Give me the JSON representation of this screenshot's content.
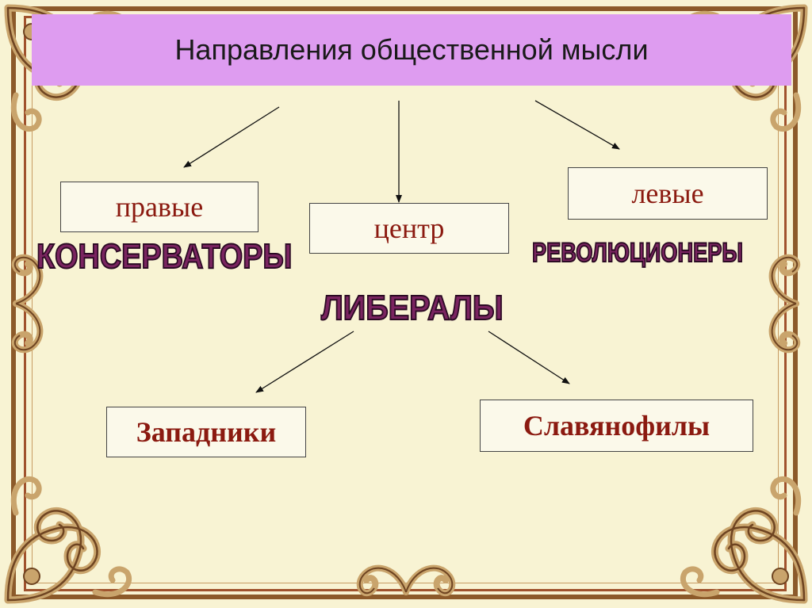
{
  "slide": {
    "title": "Направления общественной мысли",
    "colors": {
      "background": "#f8f3d3",
      "title_bar": "#de9cf0",
      "box_text": "#8b1a10",
      "big_text": "#7a2460",
      "frame": "#8c5a2a"
    }
  },
  "directions": {
    "right": {
      "label": "правые",
      "group": "КОНСЕРВАТОРЫ"
    },
    "center": {
      "label": "центр",
      "group": "ЛИБЕРАЛЫ"
    },
    "left": {
      "label": "левые",
      "group": "РЕВОЛЮЦИОНЕРЫ"
    }
  },
  "liberal_branches": [
    {
      "label": "Западники"
    },
    {
      "label": "Славянофилы"
    }
  ],
  "decoration": {
    "icon": "baroque-corner-ornament-icon"
  }
}
